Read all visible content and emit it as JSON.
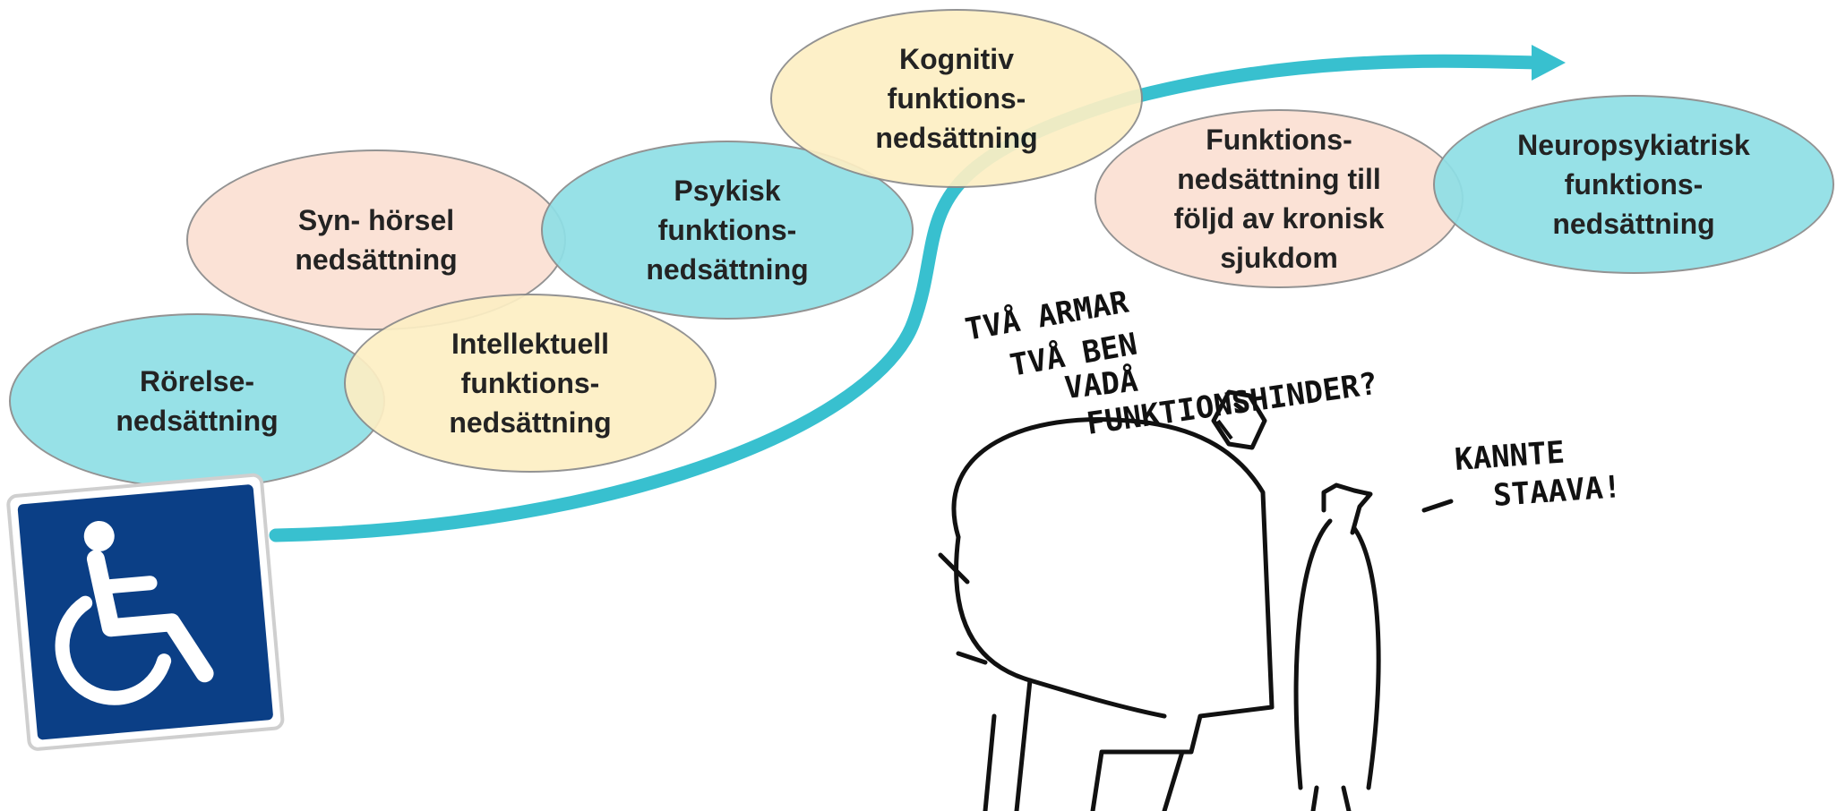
{
  "colors": {
    "teal": "#8fdfe6",
    "peach": "#fbe0d3",
    "cream": "#fdefc4",
    "arrow": "#38c0cf",
    "sign_blue": "#0b3f86"
  },
  "icons": {
    "accessibility": "wheelchair-symbol-icon",
    "arrow": "progress-arrow-icon"
  },
  "bubbles": {
    "rorelse": "Rörelse-\nnedsättning",
    "synhorsel": "Syn- hörsel\nnedsättning",
    "intellektuell": "Intellektuell\nfunktions-\nnedsättning",
    "psykisk": "Psykisk\nfunktions-\nnedsättning",
    "kognitiv": "Kognitiv\nfunktions-\nnedsättning",
    "kronisk": "Funktions-\nnedsättning till\nföljd av kronisk\nsjukdom",
    "neuropsykiatrisk": "Neuropsykiatrisk\nfunktions-\nnedsättning"
  },
  "cartoon": {
    "speech_big_1": "TVÅ ARMAR",
    "speech_big_2": "TVÅ BEN",
    "speech_big_3": "VADÅ",
    "speech_big_4": "FUNKTIONSHINDER?",
    "speech_small_1": "KANNTE",
    "speech_small_2": "STAAVA!"
  }
}
